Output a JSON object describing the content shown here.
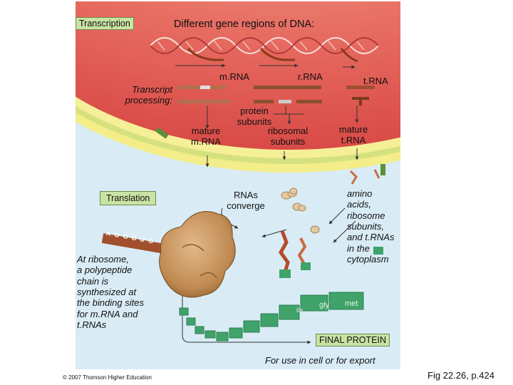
{
  "labels": {
    "transcription": "Transcription",
    "gene_regions": "Different gene regions of DNA:",
    "transcript_processing": [
      "Transcript",
      "processing:"
    ],
    "mrna": "m.RNA",
    "rrna": "r.RNA",
    "trna": "t.RNA",
    "protein_subunits": [
      "protein",
      "subunits"
    ],
    "mature_mrna": [
      "mature",
      "m.RNA"
    ],
    "ribosomal_subunits": [
      "ribosomal",
      "subunits"
    ],
    "mature_trna": [
      "mature",
      "t.RNA"
    ],
    "translation": "Translation",
    "rnas_converge": [
      "RNAs",
      "converge"
    ],
    "cytoplasm_note": [
      "amino",
      "acids,",
      "ribosome",
      "subunits,",
      "and t.RNAs",
      "in the",
      "cytoplasm"
    ],
    "ribosome_note": [
      "At ribosome,",
      "a polypeptide",
      "chain is",
      "synthesized at",
      "the binding sites",
      "for m.RNA and",
      "t.RNAs"
    ],
    "final_protein": "FINAL PROTEIN",
    "for_use": "For use in cell or for export",
    "codons": [
      "A",
      "U",
      "G",
      "G",
      "U",
      "G"
    ],
    "amino_tags": [
      "gly",
      "met",
      "ile"
    ],
    "copyright": "© 2007 Thomson Higher Education",
    "fig_ref": "Fig 22.26, p.424"
  },
  "colors": {
    "nucleus": "#e25b57",
    "membrane_yellow": "#f3ed8a",
    "cytoplasm": "#d9ecf6",
    "label_box": "#c9e3a4",
    "rna_strand": "#a0502c",
    "protein_chain": "#3fa36a",
    "ribosome": "#c8955a"
  }
}
